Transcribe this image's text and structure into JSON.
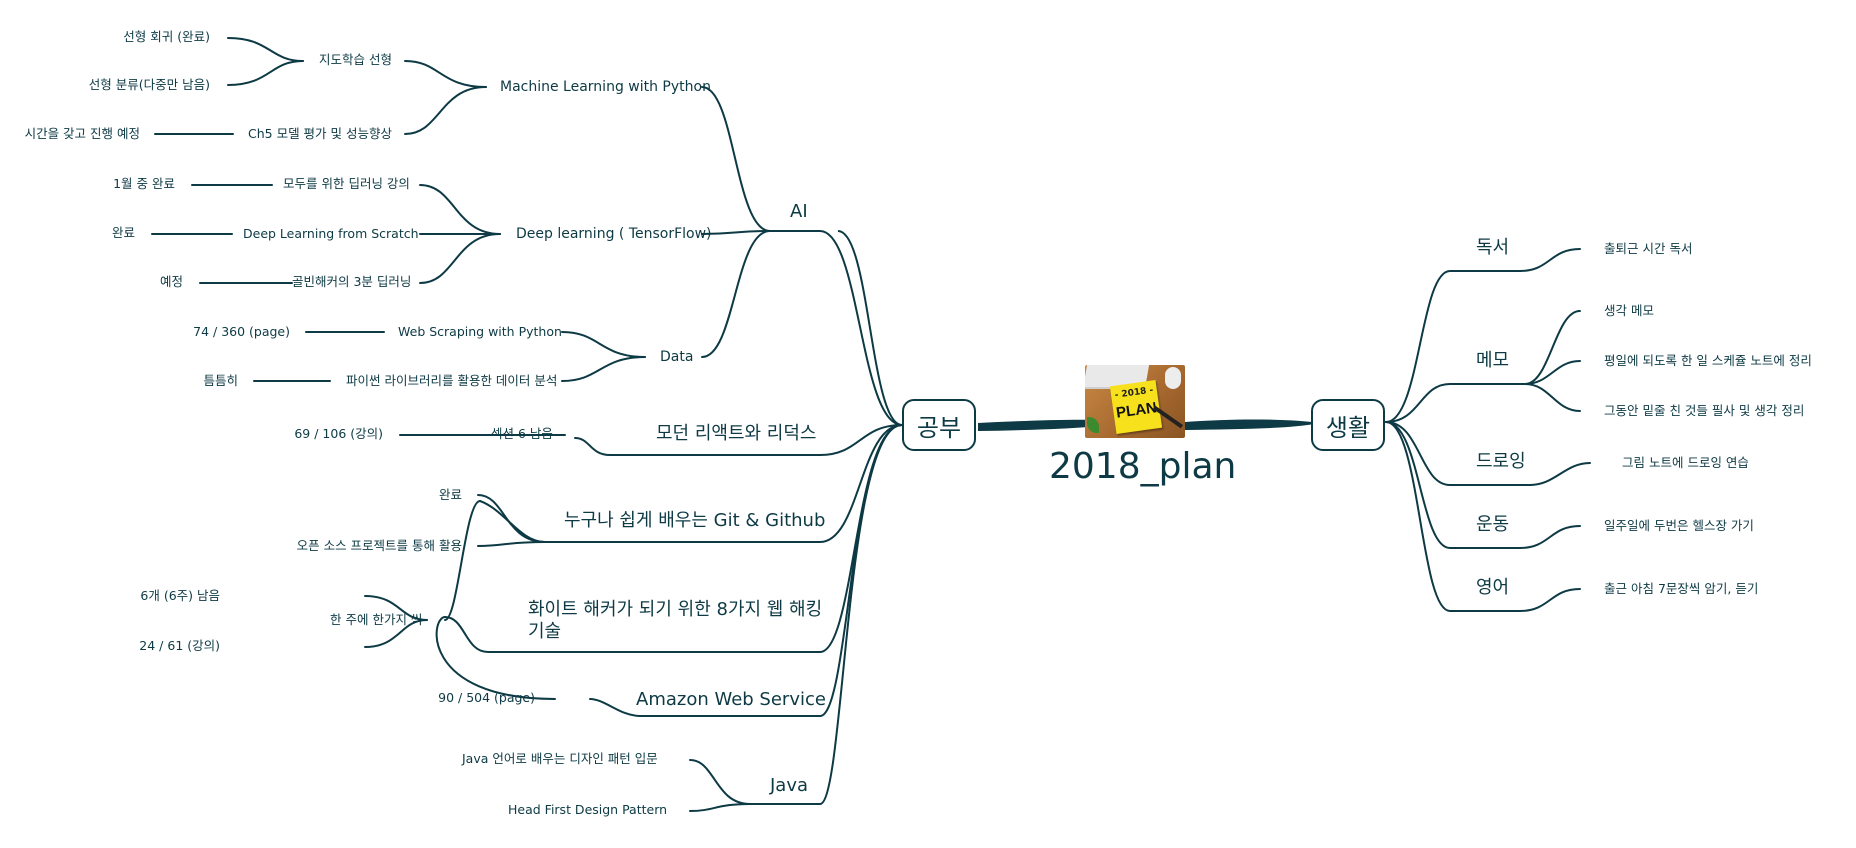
{
  "central": {
    "title": "2018_plan",
    "image": {
      "year": "- 2018 -",
      "word": "PLAN"
    }
  },
  "left": {
    "label": "공부",
    "ai": {
      "label": "AI",
      "ml": {
        "label": "Machine Learning with Python",
        "supervised": {
          "label": "지도학습 선형",
          "regression": "선형 회귀 (완료)",
          "classification": "선형 분류(다중만 남음)"
        },
        "ch5": {
          "label": "Ch5  모델 평가 및 성능향상",
          "note": "시간을 갖고 진행 예정"
        }
      },
      "dl": {
        "label": "Deep learning ( TensorFlow)",
        "everyone": {
          "label": "모두를 위한 딥러닝 강의",
          "note": "1월 중 완료"
        },
        "scratch": {
          "label": "Deep Learning from Scratch",
          "note": "완료"
        },
        "golbin": {
          "label": "골빈해커의 3분 딥러닝",
          "note": "예정"
        }
      },
      "data": {
        "label": "Data",
        "scraping": {
          "label": "Web Scraping with Python",
          "note": "74 / 360 (page)"
        },
        "pylib": {
          "label": "파이썬 라이브러리를 활용한 데이터 분석",
          "note": "틈틈히"
        }
      }
    },
    "react": {
      "label": "모던 리액트와 리덕스",
      "section": {
        "label": "섹션 6 남음",
        "note": "69 / 106 (강의)"
      }
    },
    "git": {
      "label": "누구나 쉽게 배우는  Git & Github",
      "done": "완료",
      "oss": "오픈 소스 프로젝트를 통해 활용"
    },
    "whitehacker": {
      "label_line1": "화이트 해커가 되기 위한 8가지 웹 해킹",
      "label_line2": "기술",
      "weekly": {
        "label": "한 주에 한가지 씩",
        "remain": "6개 (6주) 남음",
        "progress": "24 / 61 (강의)"
      }
    },
    "aws": {
      "label": "Amazon Web Service",
      "note": "90 / 504 (page)"
    },
    "java": {
      "label": "Java",
      "pattern_kr": "Java 언어로 배우는 디자인 패턴 입문",
      "head_first": "Head First Design Pattern"
    }
  },
  "right": {
    "label": "생활",
    "reading": {
      "label": "독서",
      "item": "출퇴근 시간 독서"
    },
    "memo": {
      "label": "메모",
      "item1": "생각 메모",
      "item2": "평일에 되도록 한 일 스케쥴 노트에 정리",
      "item3": "그동안 밑줄 친 것들 필사 및 생각 정리"
    },
    "drawing": {
      "label": "드로잉",
      "item": "그림 노트에 드로잉 연습"
    },
    "exercise": {
      "label": "운동",
      "item": "일주일에 두번은 헬스장 가기"
    },
    "english": {
      "label": "영어",
      "item": "출근 아침 7문장씩 암기, 듣기"
    }
  },
  "colors": {
    "line": "#0d3a44",
    "text": "#0d3a44",
    "note": "#f6e11c"
  }
}
